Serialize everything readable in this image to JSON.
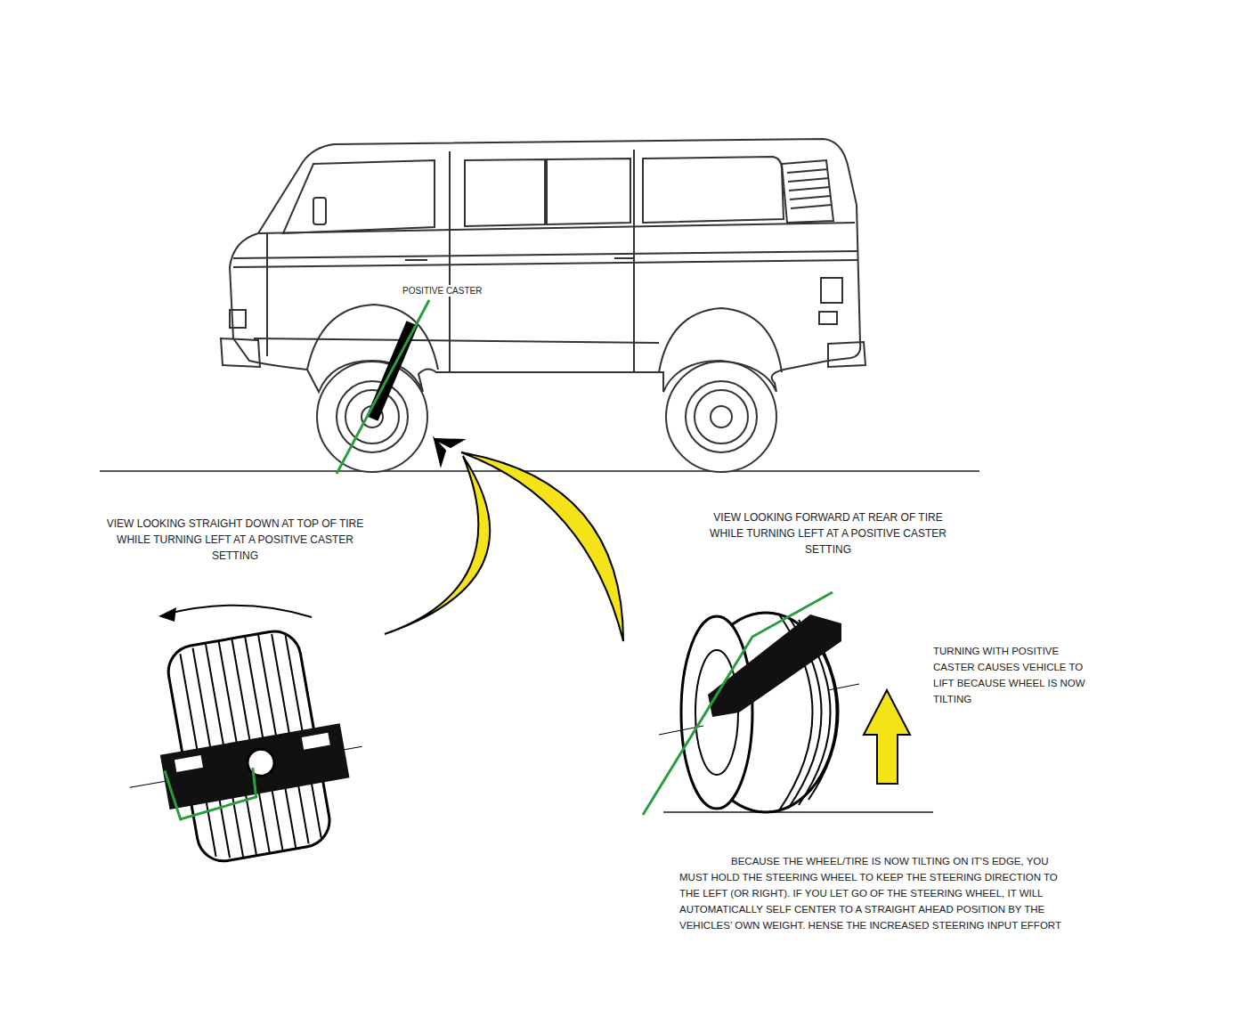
{
  "diagram": {
    "labels": [
      "POSITIVE CASTER",
      "VIEW LOOKING STRAIGHT DOWN AT TOP OF TIRE WHILE TURNING LEFT AT A POSITIVE CASTER SETTING",
      "VIEW LOOKING FORWARD AT REAR OF TIRE WHILE TURNING LEFT AT A POSITIVE CASTER SETTING",
      "TURNING WITH POSITIVE CASTER CAUSES VEHICLE TO LIFT BECAUSE WHEEL IS NOW TILTING",
      "BECAUSE THE WHEEL/TIRE IS NOW TILTING ON IT'S EDGE, YOU MUST HOLD THE STEERING WHEEL TO KEEP THE STEERING DIRECTION TO THE LEFT (OR RIGHT). IF YOU LET GO OF THE STEERING WHEEL, IT WILL AUTOMATICALLY SELF CENTER TO A STRAIGHT AHEAD POSITION BY THE VEHICLES’ OWN WEIGHT. HENSE THE INCREASED STEERING INPUT EFFORT"
    ]
  }
}
